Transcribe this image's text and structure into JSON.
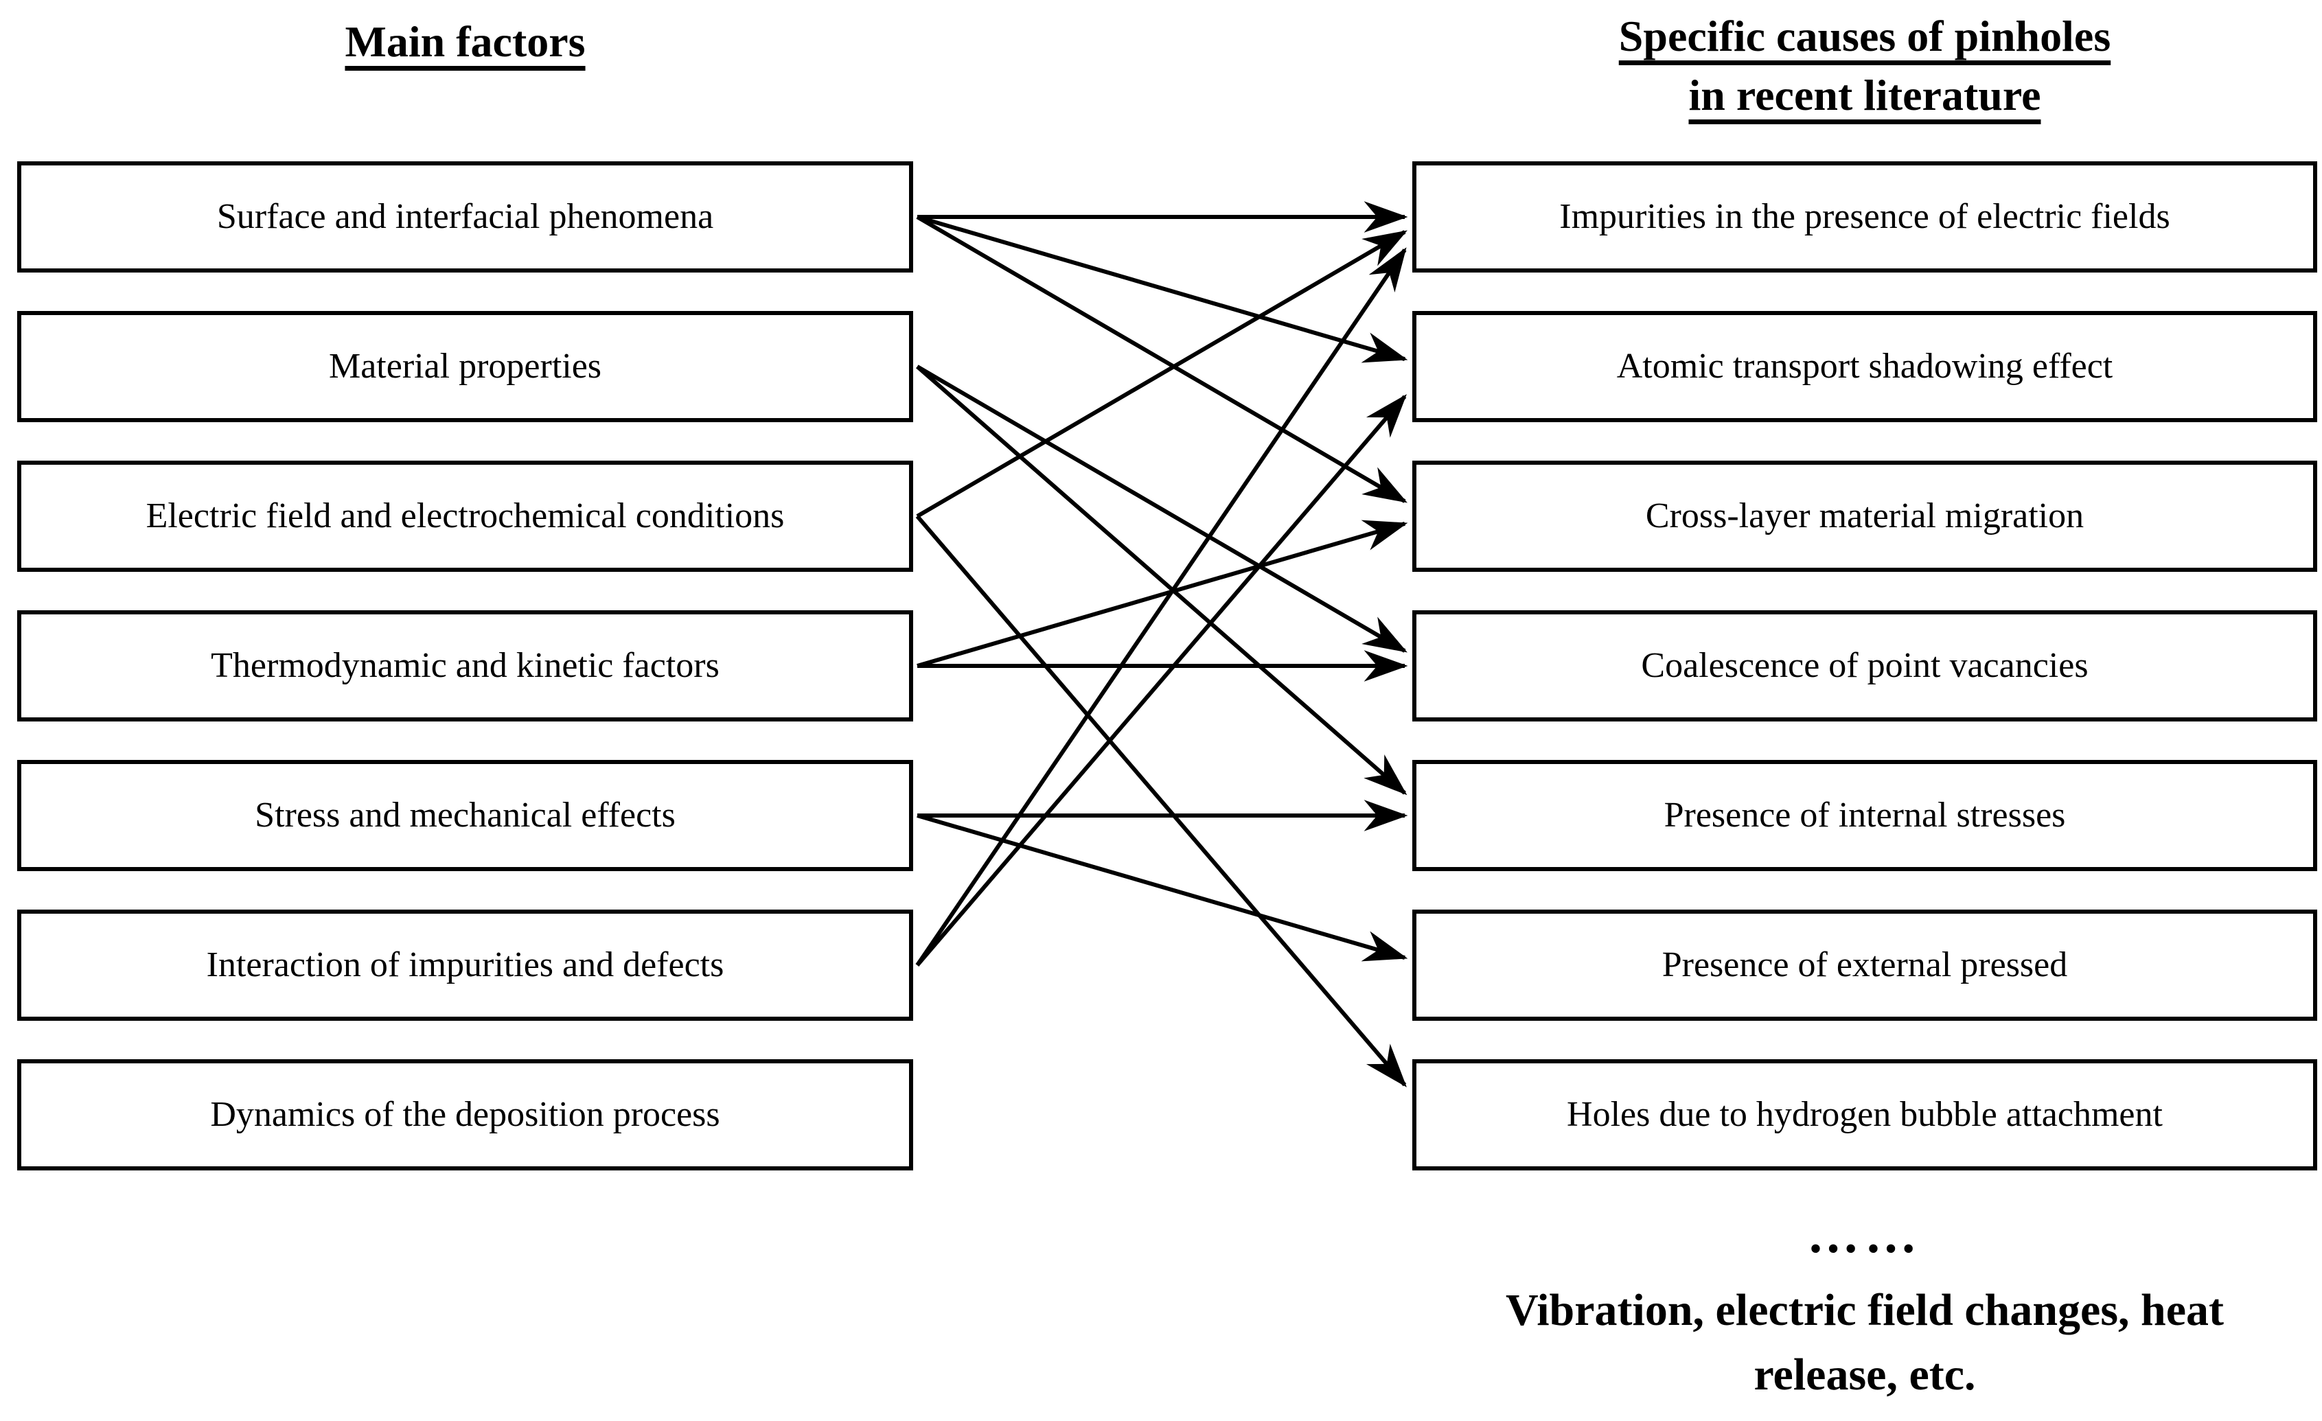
{
  "left_column": {
    "header": "Main factors",
    "boxes": [
      "Surface and interfacial phenomena",
      "Material properties",
      "Electric field and electrochemical conditions",
      "Thermodynamic and kinetic factors",
      "Stress and mechanical effects",
      "Interaction of impurities and defects",
      "Dynamics of the deposition process"
    ]
  },
  "right_column": {
    "header_line1": "Specific causes of pinholes",
    "header_line2": "in recent literature",
    "boxes": [
      "Impurities in the presence of electric fields",
      "Atomic transport shadowing effect",
      "Cross-layer material migration",
      "Coalescence of point vacancies",
      "Presence of internal stresses",
      "Presence of external pressed",
      "Holes due to hydrogen bubble attachment"
    ]
  },
  "connections": [
    [
      0,
      0
    ],
    [
      0,
      1
    ],
    [
      0,
      2
    ],
    [
      1,
      3
    ],
    [
      1,
      4
    ],
    [
      2,
      0
    ],
    [
      2,
      6
    ],
    [
      3,
      2
    ],
    [
      3,
      3
    ],
    [
      4,
      4
    ],
    [
      4,
      5
    ],
    [
      5,
      0
    ],
    [
      5,
      1
    ]
  ],
  "footer": {
    "ellipsis": "……",
    "note_lines": [
      "Vibration, electric field changes, heat",
      "release, etc."
    ]
  },
  "colors": {
    "ink": "#000000",
    "background": "#ffffff"
  }
}
